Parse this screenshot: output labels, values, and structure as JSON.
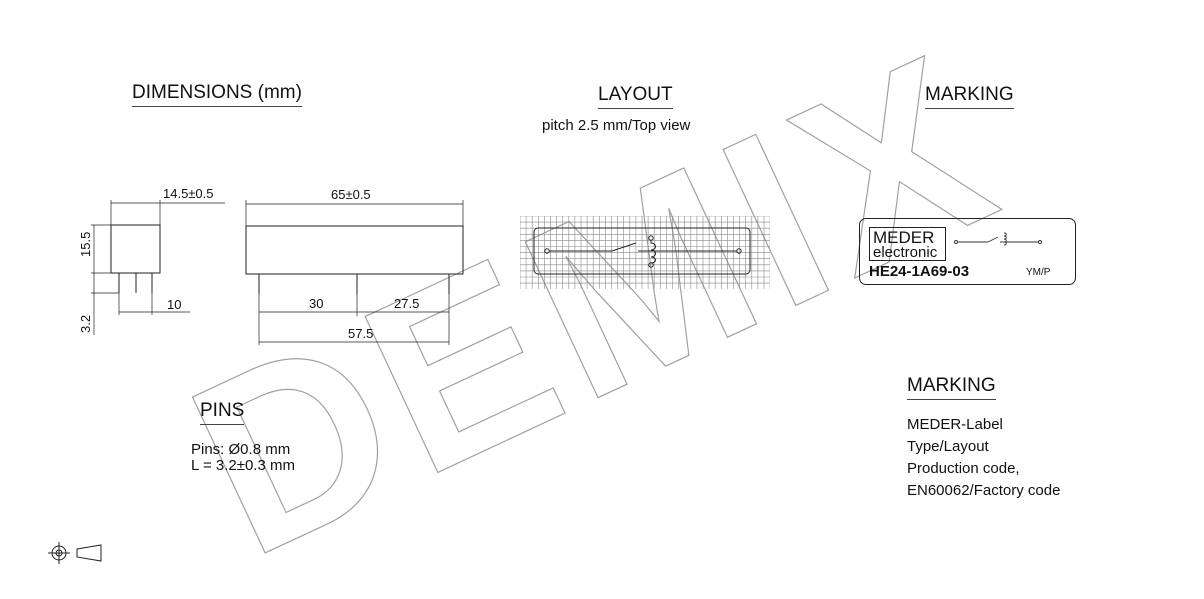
{
  "headings": {
    "dimensions": "DIMENSIONS (mm)",
    "layout": "LAYOUT",
    "marking_top": "MARKING",
    "marking_bottom": "MARKING",
    "pins": "PINS"
  },
  "layout_subtitle": "pitch 2.5 mm/Top view",
  "dimensions": {
    "width_side": "14.5±0.5",
    "height": "15.5",
    "pin_pitch_side": "10",
    "pin_length": "3.2",
    "length": "65±0.5",
    "pin_spacing_a": "30",
    "pin_spacing_b": "27.5",
    "pin_span": "57.5"
  },
  "pins": {
    "line1": "Pins:  Ø0.8 mm",
    "line2": "L = 3.2±0.3 mm"
  },
  "label": {
    "brand_top": "MEDER",
    "brand_bottom": "electronic",
    "type": "HE24-1A69-03",
    "code": "YM/P"
  },
  "marking_list": [
    "MEDER-Label",
    "Type/Layout",
    "Production code,",
    "EN60062/Factory code"
  ],
  "watermark": "DEMIX",
  "colors": {
    "line": "#222222",
    "grid": "#8a8a8a",
    "watermark": "#9a9a9a"
  }
}
